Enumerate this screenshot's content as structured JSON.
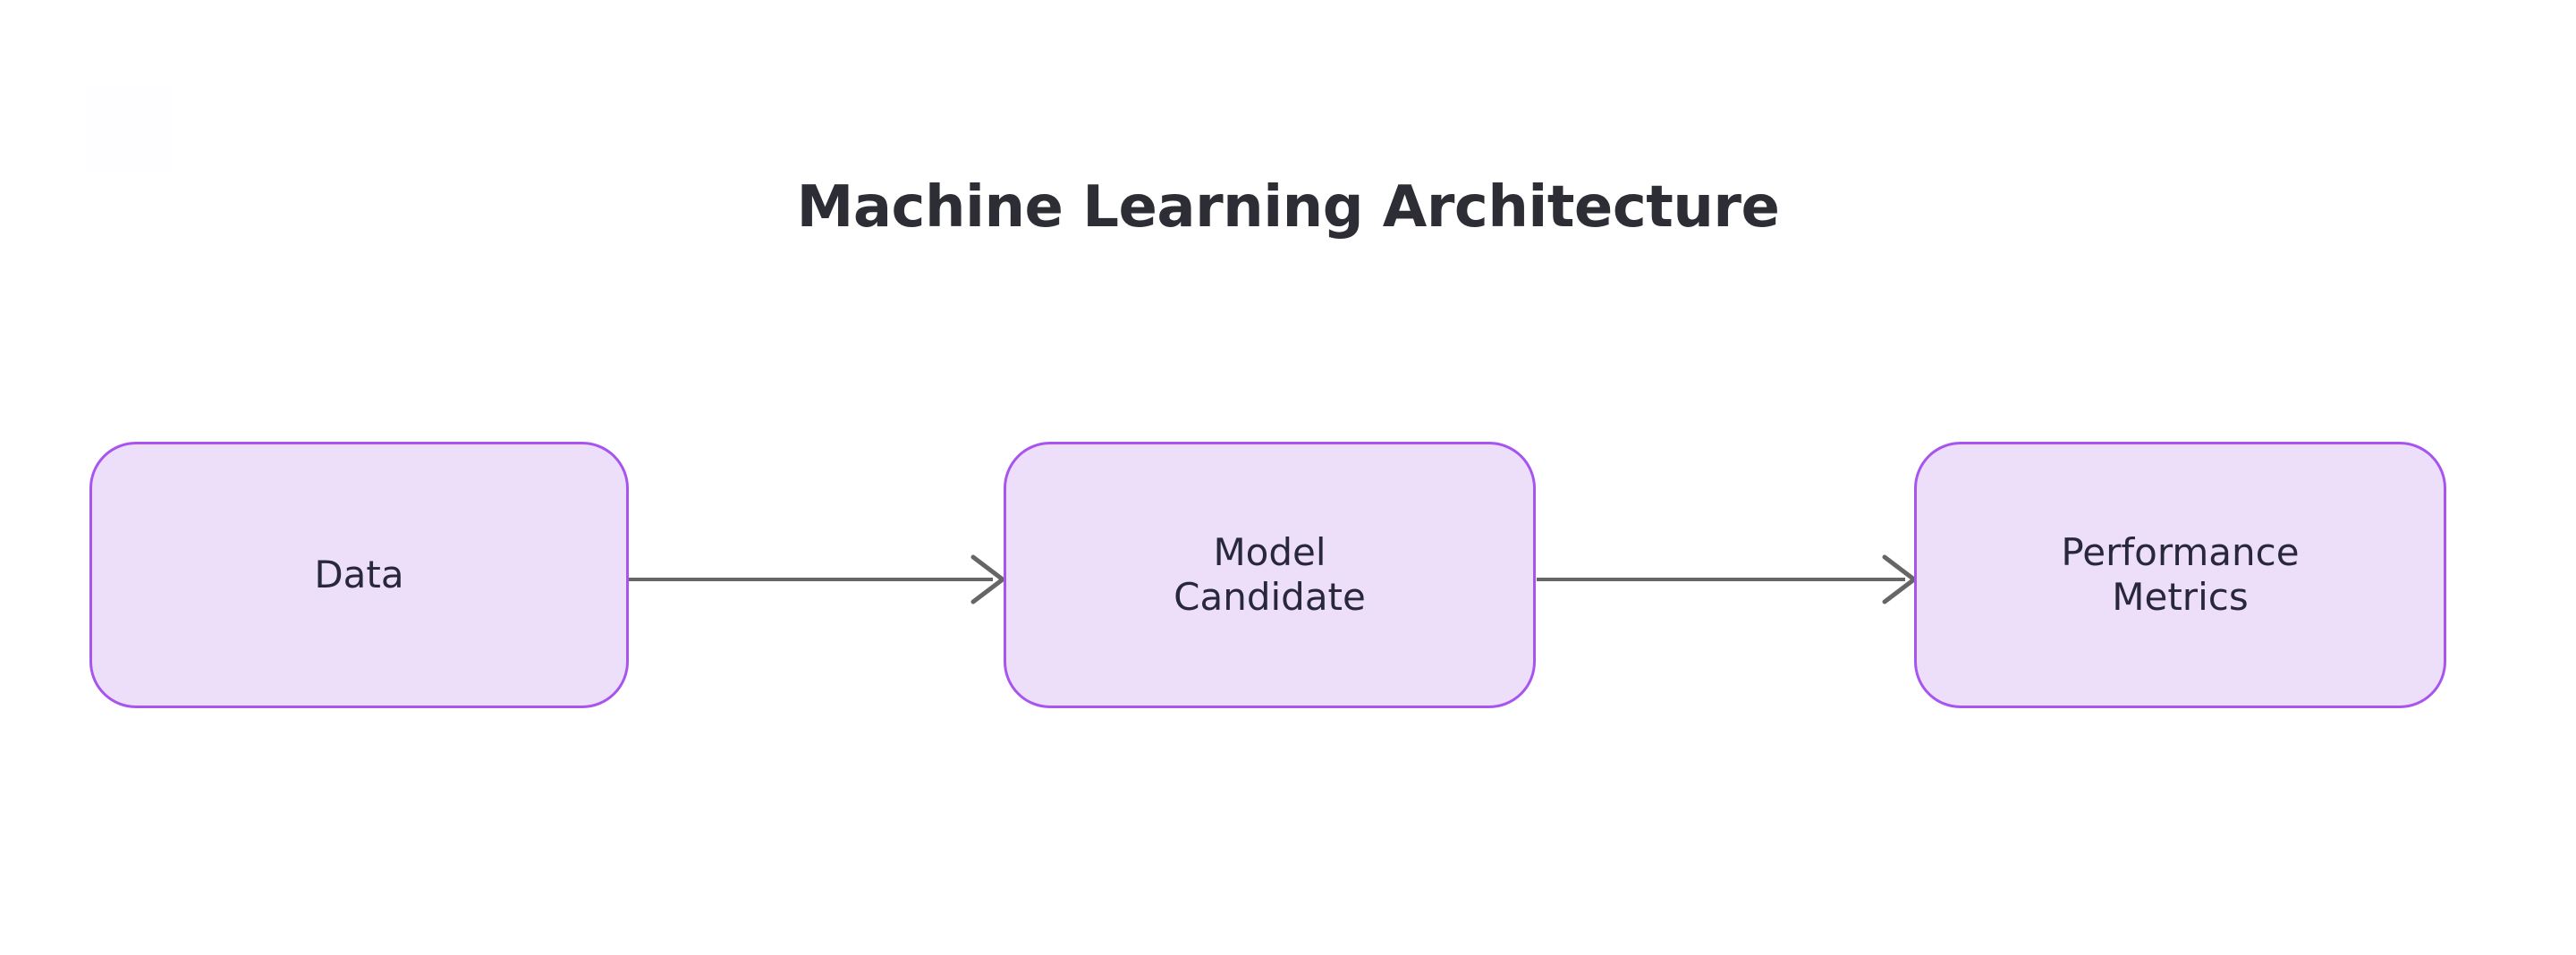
{
  "document": {
    "title": "Machine Learning Architecture",
    "background_color": "#ffffff"
  },
  "theme": {
    "node_fill": "#eddffa",
    "node_border": "#a855f0",
    "node_text": "#28283a",
    "title_text": "#2d2d35",
    "edge_color": "#666666"
  },
  "diagram": {
    "type": "flowchart",
    "direction": "left-to-right",
    "nodes": [
      {
        "id": "data",
        "label": "Data",
        "shape": "rounded-rectangle"
      },
      {
        "id": "model",
        "label": "Model\nCandidate",
        "shape": "rounded-rectangle"
      },
      {
        "id": "metrics",
        "label": "Performance\nMetrics",
        "shape": "rounded-rectangle"
      }
    ],
    "edges": [
      {
        "id": "edge-data-model",
        "from": "data",
        "to": "model",
        "label": "",
        "arrowhead": "open-chevron"
      },
      {
        "id": "edge-model-metrics",
        "from": "model",
        "to": "metrics",
        "label": "",
        "arrowhead": "open-chevron"
      }
    ]
  }
}
